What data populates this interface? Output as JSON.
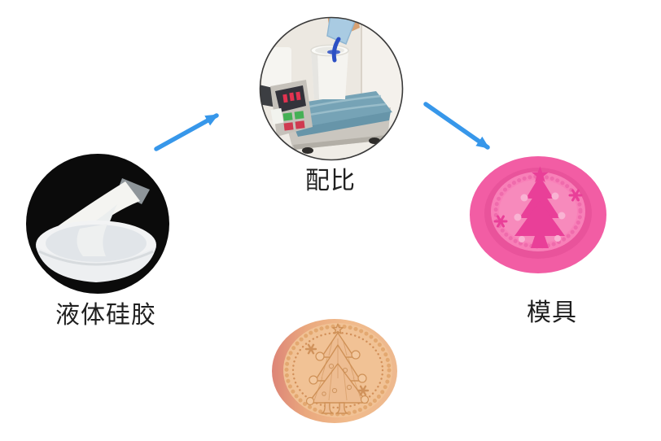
{
  "diagram": {
    "nodes": [
      {
        "id": "liquid-silicone",
        "label": "液体硅胶",
        "image": "liquid-silicone-pour-photo"
      },
      {
        "id": "ratio",
        "label": "配比",
        "image": "weighing-scale-photo"
      },
      {
        "id": "mold",
        "label": "模具",
        "image": "pink-silicone-mold-photo"
      },
      {
        "id": "product",
        "label": "",
        "image": "molded-christmas-tree-product-photo"
      }
    ],
    "arrows": [
      {
        "from": "liquid-silicone",
        "to": "ratio",
        "direction": "up-right"
      },
      {
        "from": "ratio",
        "to": "mold",
        "direction": "down-right"
      }
    ],
    "colors": {
      "arrow": "#3797ea",
      "label_text": "#1f1f1f",
      "mold_outer": "#f25da4",
      "mold_face": "#f78abc",
      "mold_stamp": "#e93f98",
      "product_base": "#f0ba8b",
      "product_detail": "#cf9157",
      "product_rose": "#dd8577",
      "photo_black": "#0b0b0b",
      "film_blue": "#76a3b6",
      "liquid_blue": "#2c4fc4"
    }
  }
}
